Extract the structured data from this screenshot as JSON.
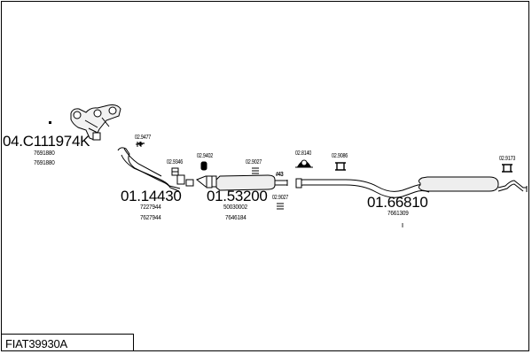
{
  "diagram": {
    "title": "FIAT39930A",
    "groups": [
      {
        "code": "04.C111974K",
        "refs": [
          "7691880",
          "7691880"
        ]
      },
      {
        "code": "01.14430",
        "refs": [
          "7227944",
          "7627944"
        ]
      },
      {
        "code": "01.53200",
        "refs": [
          "50030002",
          "7646184"
        ]
      },
      {
        "code": "01.66810",
        "refs": [
          "7661309"
        ]
      }
    ],
    "fittings": [
      "02.9477",
      "02.9346",
      "02.9402",
      "02.9027",
      "02.9027",
      "02.8140",
      "02.9086",
      "02.9173"
    ],
    "marker": "#43"
  }
}
